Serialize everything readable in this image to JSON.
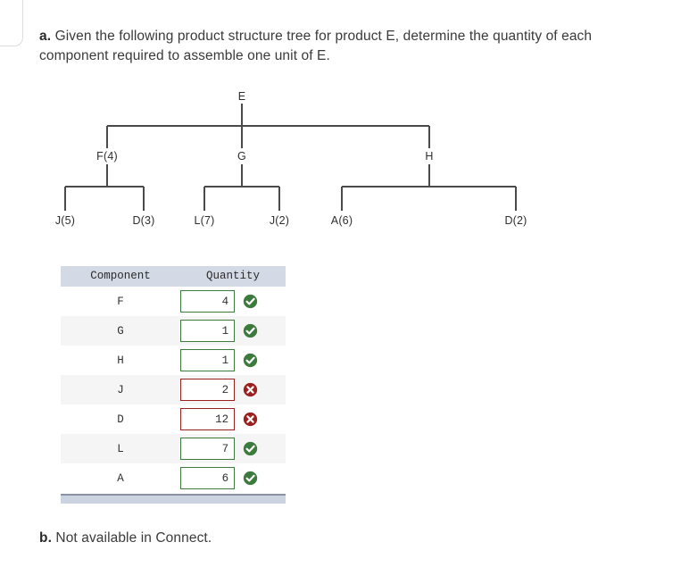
{
  "question_a": {
    "label": "a.",
    "text": "Given the following product structure tree for product E, determine the quantity of each component required to assemble one unit of E."
  },
  "question_b": {
    "label": "b.",
    "text": "Not available in Connect."
  },
  "tree": {
    "root": {
      "name": "E",
      "label": "E"
    },
    "level1": [
      {
        "name": "F",
        "label": "F(4)"
      },
      {
        "name": "G",
        "label": "G"
      },
      {
        "name": "H",
        "label": "H"
      }
    ],
    "level2": [
      {
        "name": "J-under-F",
        "label": "J(5)"
      },
      {
        "name": "D-under-F",
        "label": "D(3)"
      },
      {
        "name": "L-under-G",
        "label": "L(7)"
      },
      {
        "name": "J-under-G",
        "label": "J(2)"
      },
      {
        "name": "A-under-H",
        "label": "A(6)"
      },
      {
        "name": "D-under-H",
        "label": "D(2)"
      }
    ]
  },
  "table": {
    "headers": [
      "Component",
      "Quantity"
    ],
    "rows": [
      {
        "component": "F",
        "quantity": "4",
        "status": "correct",
        "icon": "check-circle-icon"
      },
      {
        "component": "G",
        "quantity": "1",
        "status": "correct",
        "icon": "check-circle-icon"
      },
      {
        "component": "H",
        "quantity": "1",
        "status": "correct",
        "icon": "check-circle-icon"
      },
      {
        "component": "J",
        "quantity": "2",
        "status": "incorrect",
        "icon": "x-circle-icon"
      },
      {
        "component": "D",
        "quantity": "12",
        "status": "incorrect",
        "icon": "x-circle-icon"
      },
      {
        "component": "L",
        "quantity": "7",
        "status": "correct",
        "icon": "check-circle-icon"
      },
      {
        "component": "A",
        "quantity": "6",
        "status": "correct",
        "icon": "check-circle-icon"
      }
    ]
  },
  "colors": {
    "header_bg": "#d4dae5",
    "row_shaded_bg": "#f5f5f5",
    "correct_green": "#3d7a3d",
    "incorrect_red": "#9b2020",
    "footer_bar": "#ccd3e0"
  }
}
